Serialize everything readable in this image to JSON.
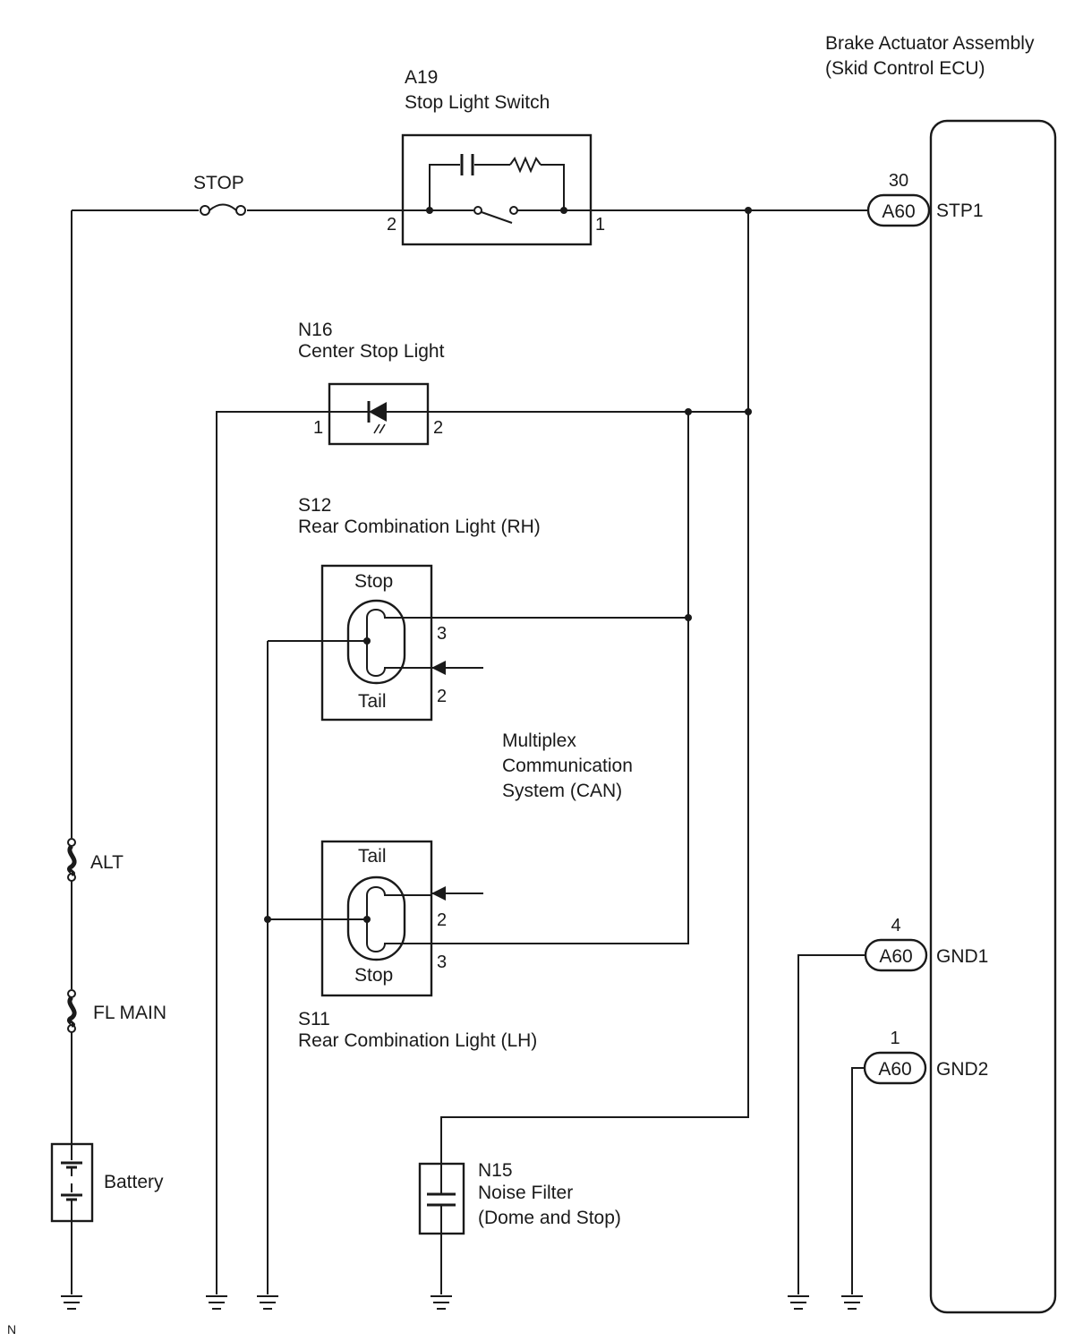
{
  "ecu": {
    "title_line1": "Brake Actuator Assembly",
    "title_line2": "(Skid Control ECU)",
    "terminals": [
      {
        "pin": "30",
        "connector": "A60",
        "name": "STP1"
      },
      {
        "pin": "4",
        "connector": "A60",
        "name": "GND1"
      },
      {
        "pin": "1",
        "connector": "A60",
        "name": "GND2"
      }
    ]
  },
  "stop_light_switch": {
    "code": "A19",
    "name": "Stop Light Switch",
    "pin_left": "2",
    "pin_right": "1"
  },
  "fuses": {
    "stop": "STOP",
    "alt": "ALT",
    "fl_main": "FL MAIN"
  },
  "battery": {
    "label": "Battery"
  },
  "center_stop_light": {
    "code": "N16",
    "name": "Center Stop Light",
    "pin_left": "1",
    "pin_right": "2"
  },
  "rear_rh": {
    "code": "S12",
    "name": "Rear Combination Light (RH)",
    "top_label": "Stop",
    "bottom_label": "Tail",
    "pin_top": "3",
    "pin_bottom": "2"
  },
  "rear_lh": {
    "code": "S11",
    "name": "Rear Combination Light (LH)",
    "top_label": "Tail",
    "bottom_label": "Stop",
    "pin_top": "2",
    "pin_bottom": "3"
  },
  "can": {
    "line1": "Multiplex",
    "line2": "Communication",
    "line3": "System (CAN)"
  },
  "noise_filter": {
    "code": "N15",
    "name": "Noise Filter",
    "detail": "(Dome and Stop)"
  },
  "corner_mark": "N"
}
